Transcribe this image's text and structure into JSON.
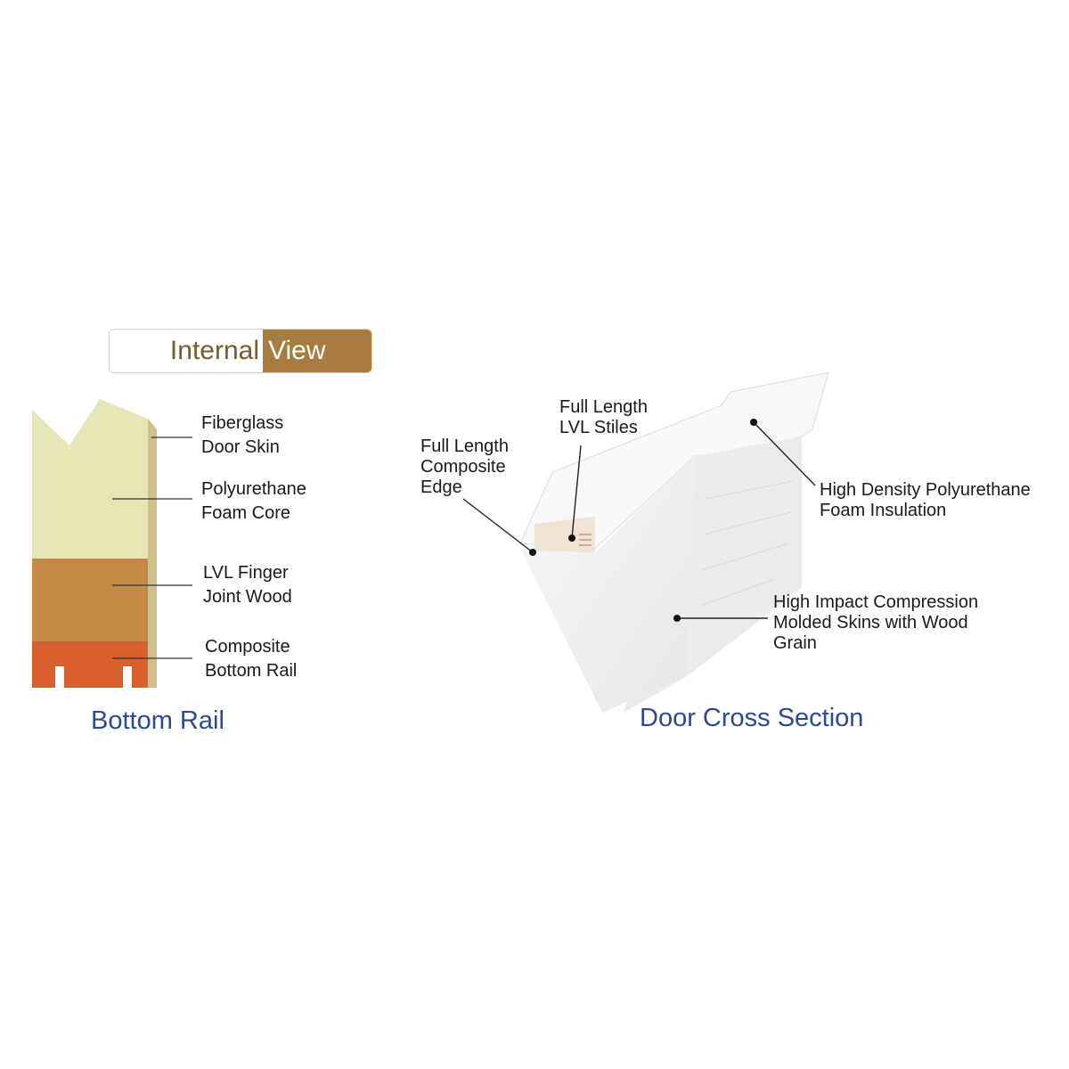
{
  "header": {
    "title_part1": "Internal",
    "title_part2": "View"
  },
  "colors": {
    "fiberglass": "#e7e6b6",
    "skin_edge": "#cfc08a",
    "lvl_wood": "#c48a45",
    "composite_rail": "#d9602e",
    "tab_brown": "#a87b3e",
    "caption_blue": "#2d4a8e",
    "door_white": "#f2f2f2"
  },
  "bottom_rail": {
    "caption": "Bottom Rail",
    "labels": {
      "fiberglass": "Fiberglass\nDoor Skin",
      "foam": "Polyurethane\nFoam Core",
      "lvl": "LVL Finger\nJoint Wood",
      "composite": "Composite\nBottom Rail"
    }
  },
  "cross_section": {
    "caption": "Door Cross Section",
    "labels": {
      "edge": "Full Length\nComposite\nEdge",
      "stiles": "Full Length\nLVL Stiles",
      "foam": "High Density Polyurethane\nFoam Insulation",
      "skins": "High Impact Compression\nMolded Skins with Wood\nGrain"
    }
  }
}
